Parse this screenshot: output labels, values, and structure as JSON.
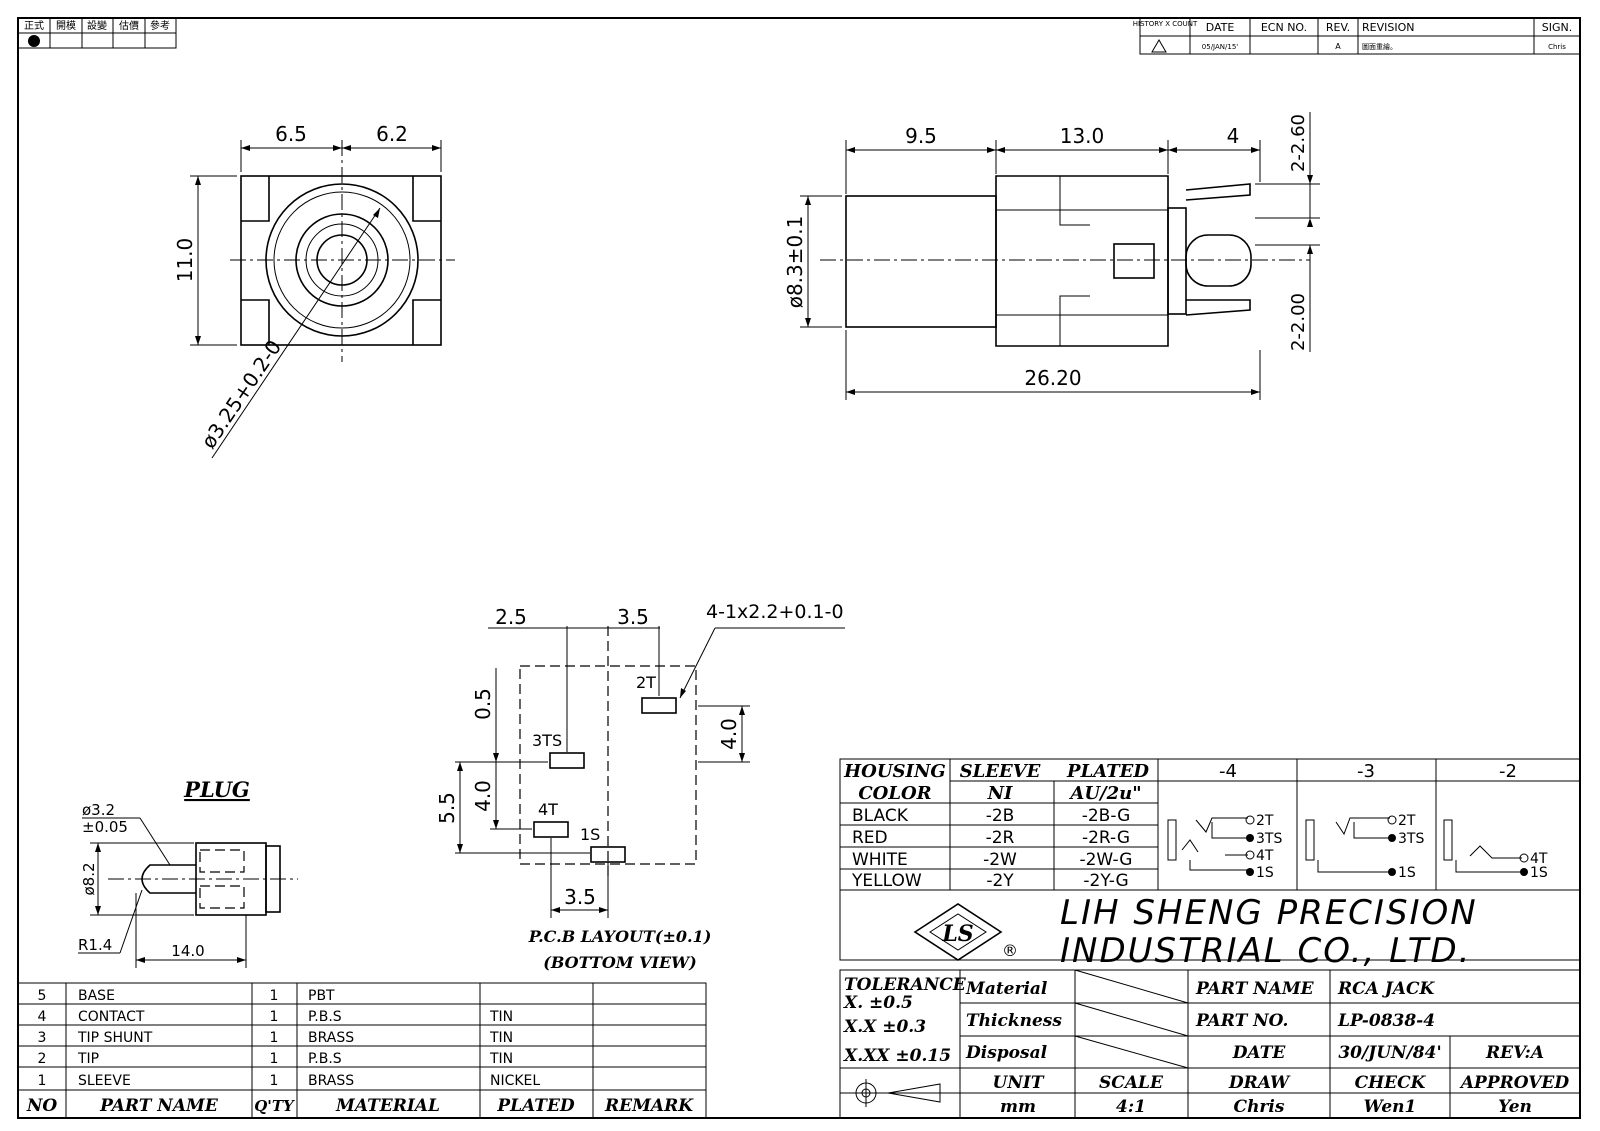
{
  "stamp_header": [
    "正式",
    "開模",
    "設變",
    "估價",
    "參考"
  ],
  "revision_table": {
    "headers": [
      "HISTORY X COUNT",
      "DATE",
      "ECN NO.",
      "REV.",
      "REVISION",
      "SIGN."
    ],
    "row": {
      "date": "05/JAN/15'",
      "ecn": "",
      "rev": "A",
      "revision": "圖面重繪。",
      "sign": "Chris"
    }
  },
  "front_view": {
    "dim_left": "6.5",
    "dim_right": "6.2",
    "dim_height": "11.0",
    "dim_hole": "ø3.25+0.2-0"
  },
  "side_view": {
    "dim_a": "9.5",
    "dim_b": "13.0",
    "dim_c": "4",
    "dim_total": "26.20",
    "dim_dia": "ø8.3±0.1",
    "dim_pin_top": "2-2.60",
    "dim_pin_bottom": "2-2.00"
  },
  "pcb_layout": {
    "dim_25": "2.5",
    "dim_35_top": "3.5",
    "dim_slot": "4-1x2.2+0.1-0",
    "dim_05": "0.5",
    "dim_40_right": "4.0",
    "dim_55": "5.5",
    "dim_40_left": "4.0",
    "dim_35_bottom": "3.5",
    "pins": [
      "2T",
      "3TS",
      "4T",
      "1S"
    ],
    "title": "P.C.B LAYOUT(±0.1)",
    "subtitle": "(BOTTOM VIEW)"
  },
  "plug": {
    "title": "PLUG",
    "dim_dia_tip": "ø3.2",
    "dim_tol": "±0.05",
    "dim_dia_body": "ø8.2",
    "dim_radius": "R1.4",
    "dim_length": "14.0"
  },
  "bom": {
    "headers": [
      "NO",
      "PART NAME",
      "Q'TY",
      "MATERIAL",
      "PLATED",
      "REMARK"
    ],
    "rows": [
      {
        "no": "5",
        "name": "BASE",
        "qty": "1",
        "material": "PBT",
        "plated": "",
        "remark": ""
      },
      {
        "no": "4",
        "name": "CONTACT",
        "qty": "1",
        "material": "P.B.S",
        "plated": "TIN",
        "remark": ""
      },
      {
        "no": "3",
        "name": "TIP SHUNT",
        "qty": "1",
        "material": "BRASS",
        "plated": "TIN",
        "remark": ""
      },
      {
        "no": "2",
        "name": "TIP",
        "qty": "1",
        "material": "P.B.S",
        "plated": "TIN",
        "remark": ""
      },
      {
        "no": "1",
        "name": "SLEEVE",
        "qty": "1",
        "material": "BRASS",
        "plated": "NICKEL",
        "remark": ""
      }
    ]
  },
  "color_table": {
    "h_housing": "HOUSING",
    "h_color": "COLOR",
    "h_sleeve": "SLEEVE",
    "h_plated": "PLATED",
    "h_ni": "NI",
    "h_au": "AU/2u\"",
    "rows": [
      {
        "color": "BLACK",
        "ni": "-2B",
        "au": "-2B-G"
      },
      {
        "color": "RED",
        "ni": "-2R",
        "au": "-2R-G"
      },
      {
        "color": "WHITE",
        "ni": "-2W",
        "au": "-2W-G"
      },
      {
        "color": "YELLOW",
        "ni": "-2Y",
        "au": "-2Y-G"
      }
    ],
    "variants": [
      "-4",
      "-3",
      "-2"
    ]
  },
  "schematic": {
    "v4": [
      "2T",
      "3TS",
      "4T",
      "1S"
    ],
    "v3": [
      "2T",
      "3TS",
      "1S"
    ],
    "v2": [
      "4T",
      "1S"
    ]
  },
  "company": {
    "line1": "LIH SHENG PRECISION",
    "line2": "INDUSTRIAL CO., LTD.",
    "logo_text": "LS",
    "registered": "®"
  },
  "title_block": {
    "tolerance_label": "TOLERANCE",
    "tol_x": "X.  ±0.5",
    "tol_xx": "X.X  ±0.3",
    "tol_xxx": "X.XX ±0.15",
    "material_label": "Material",
    "thickness_label": "Thickness",
    "disposal_label": "Disposal",
    "part_name_label": "PART NAME",
    "part_name": "RCA JACK",
    "part_no_label": "PART NO.",
    "part_no": "LP-0838-4",
    "date_label": "DATE",
    "date": "30/JUN/84'",
    "rev": "REV:A",
    "unit_label": "UNIT",
    "unit": "mm",
    "scale_label": "SCALE",
    "scale": "4:1",
    "draw_label": "DRAW",
    "draw": "Chris",
    "check_label": "CHECK",
    "check": "Wen1",
    "approved_label": "APPROVED",
    "approved": "Yen"
  }
}
